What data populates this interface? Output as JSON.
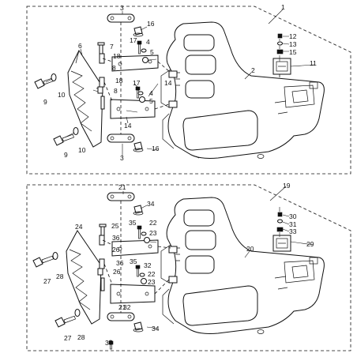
{
  "top_assembly": {
    "callouts": [
      "1",
      "2",
      "3",
      "4",
      "5",
      "6",
      "7",
      "8",
      "9",
      "10",
      "11",
      "12",
      "13",
      "14",
      "15",
      "16",
      "17",
      "18"
    ]
  },
  "bottom_assembly": {
    "callouts": [
      "19",
      "20",
      "21",
      "22",
      "23",
      "24",
      "25",
      "26",
      "27",
      "28",
      "29",
      "30",
      "31",
      "32",
      "33",
      "34",
      "35",
      "36",
      "37"
    ]
  }
}
